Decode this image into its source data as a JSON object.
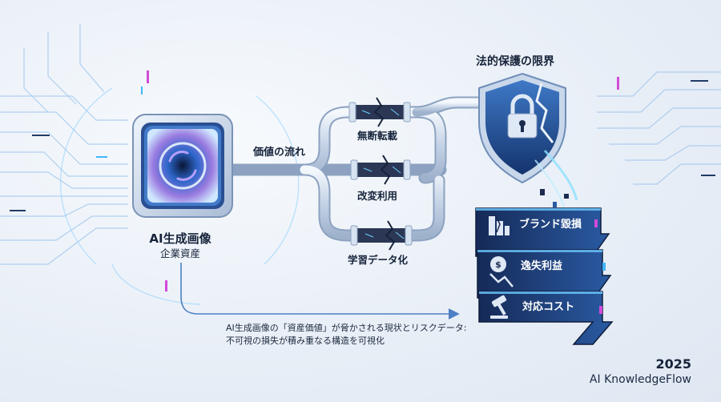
{
  "source": {
    "title": "AI生成画像",
    "subtitle": "企業資産",
    "icon": "swirl-image-icon"
  },
  "flow_label": "価値の流れ",
  "branches": [
    {
      "label": "無断転載"
    },
    {
      "label": "改変利用"
    },
    {
      "label": "学習データ化"
    }
  ],
  "shield": {
    "title": "法的保護の限界",
    "icon": "cracked-shield-lock-icon"
  },
  "risks": [
    {
      "label": "ブランド毀損",
      "icon": "broken-building-icon"
    },
    {
      "label": "逸失利益",
      "icon": "money-down-icon"
    },
    {
      "label": "対応コスト",
      "icon": "gavel-icon"
    }
  ],
  "caption": {
    "line1": "AI生成画像の「資産価値」が脅かされる現状とリスクデータ:",
    "line2": "不可視の損失が積み重なる構造を可視化"
  },
  "footer": {
    "year": "2025",
    "brand": "AI KnowledgeFlow"
  },
  "colors": {
    "navy": "#1b2b4f",
    "accent_blue": "#3a7bd5",
    "glow_cyan": "#7fd8ff",
    "pipe": "#c9d6e8"
  }
}
